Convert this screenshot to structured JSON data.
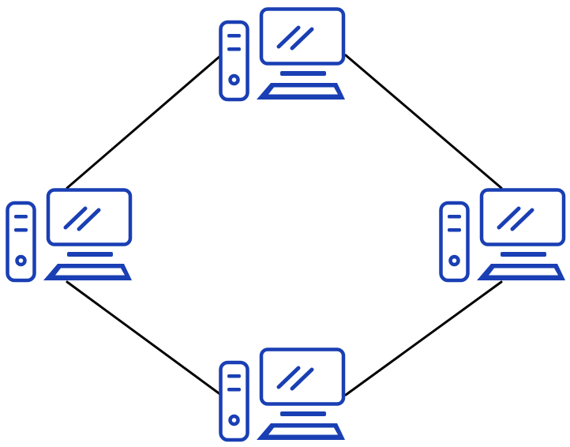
{
  "diagram": {
    "type": "ring-network",
    "colors": {
      "computer": "#1a3fb4",
      "link": "#000000",
      "background": "#ffffff"
    },
    "nodes": [
      {
        "id": "top",
        "icon": "desktop-computer-icon"
      },
      {
        "id": "left",
        "icon": "desktop-computer-icon"
      },
      {
        "id": "right",
        "icon": "desktop-computer-icon"
      },
      {
        "id": "bottom",
        "icon": "desktop-computer-icon"
      }
    ],
    "links": [
      {
        "from": "top",
        "to": "left"
      },
      {
        "from": "top",
        "to": "right"
      },
      {
        "from": "left",
        "to": "bottom"
      },
      {
        "from": "right",
        "to": "bottom"
      }
    ]
  }
}
